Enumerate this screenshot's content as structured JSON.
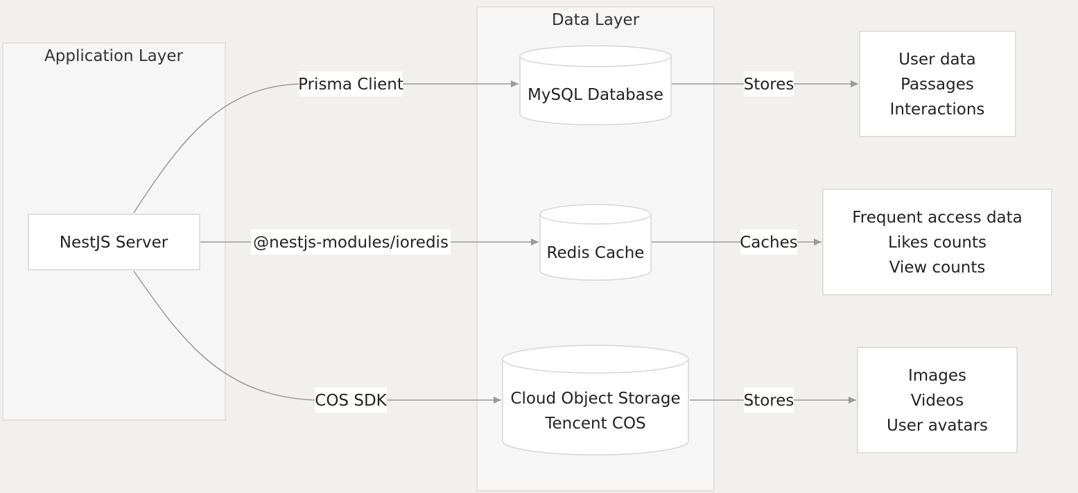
{
  "clusters": {
    "application": {
      "label": "Application Layer"
    },
    "data": {
      "label": "Data Layer"
    }
  },
  "nodes": {
    "nestjs": {
      "label": "NestJS Server"
    },
    "mysql": {
      "label": "MySQL Database"
    },
    "redis": {
      "label": "Redis Cache"
    },
    "cos": {
      "line1": "Cloud Object Storage",
      "line2": "Tencent COS"
    },
    "mysql_contents": {
      "lines": [
        "User data",
        "Passages",
        "Interactions"
      ]
    },
    "redis_contents": {
      "lines": [
        "Frequent access data",
        "Likes counts",
        "View counts"
      ]
    },
    "cos_contents": {
      "lines": [
        "Images",
        "Videos",
        "User avatars"
      ]
    }
  },
  "edges": {
    "prisma": {
      "label": "Prisma Client"
    },
    "ioredis": {
      "label": "@nestjs-modules/ioredis"
    },
    "cos_sdk": {
      "label": "COS SDK"
    },
    "mysql_stores": {
      "label": "Stores"
    },
    "redis_caches": {
      "label": "Caches"
    },
    "cos_stores": {
      "label": "Stores"
    }
  },
  "colors": {
    "background": "#f1f0ee",
    "cluster_fill": "#f6f6f6",
    "node_fill": "#ffffff",
    "edge": "#999999"
  }
}
